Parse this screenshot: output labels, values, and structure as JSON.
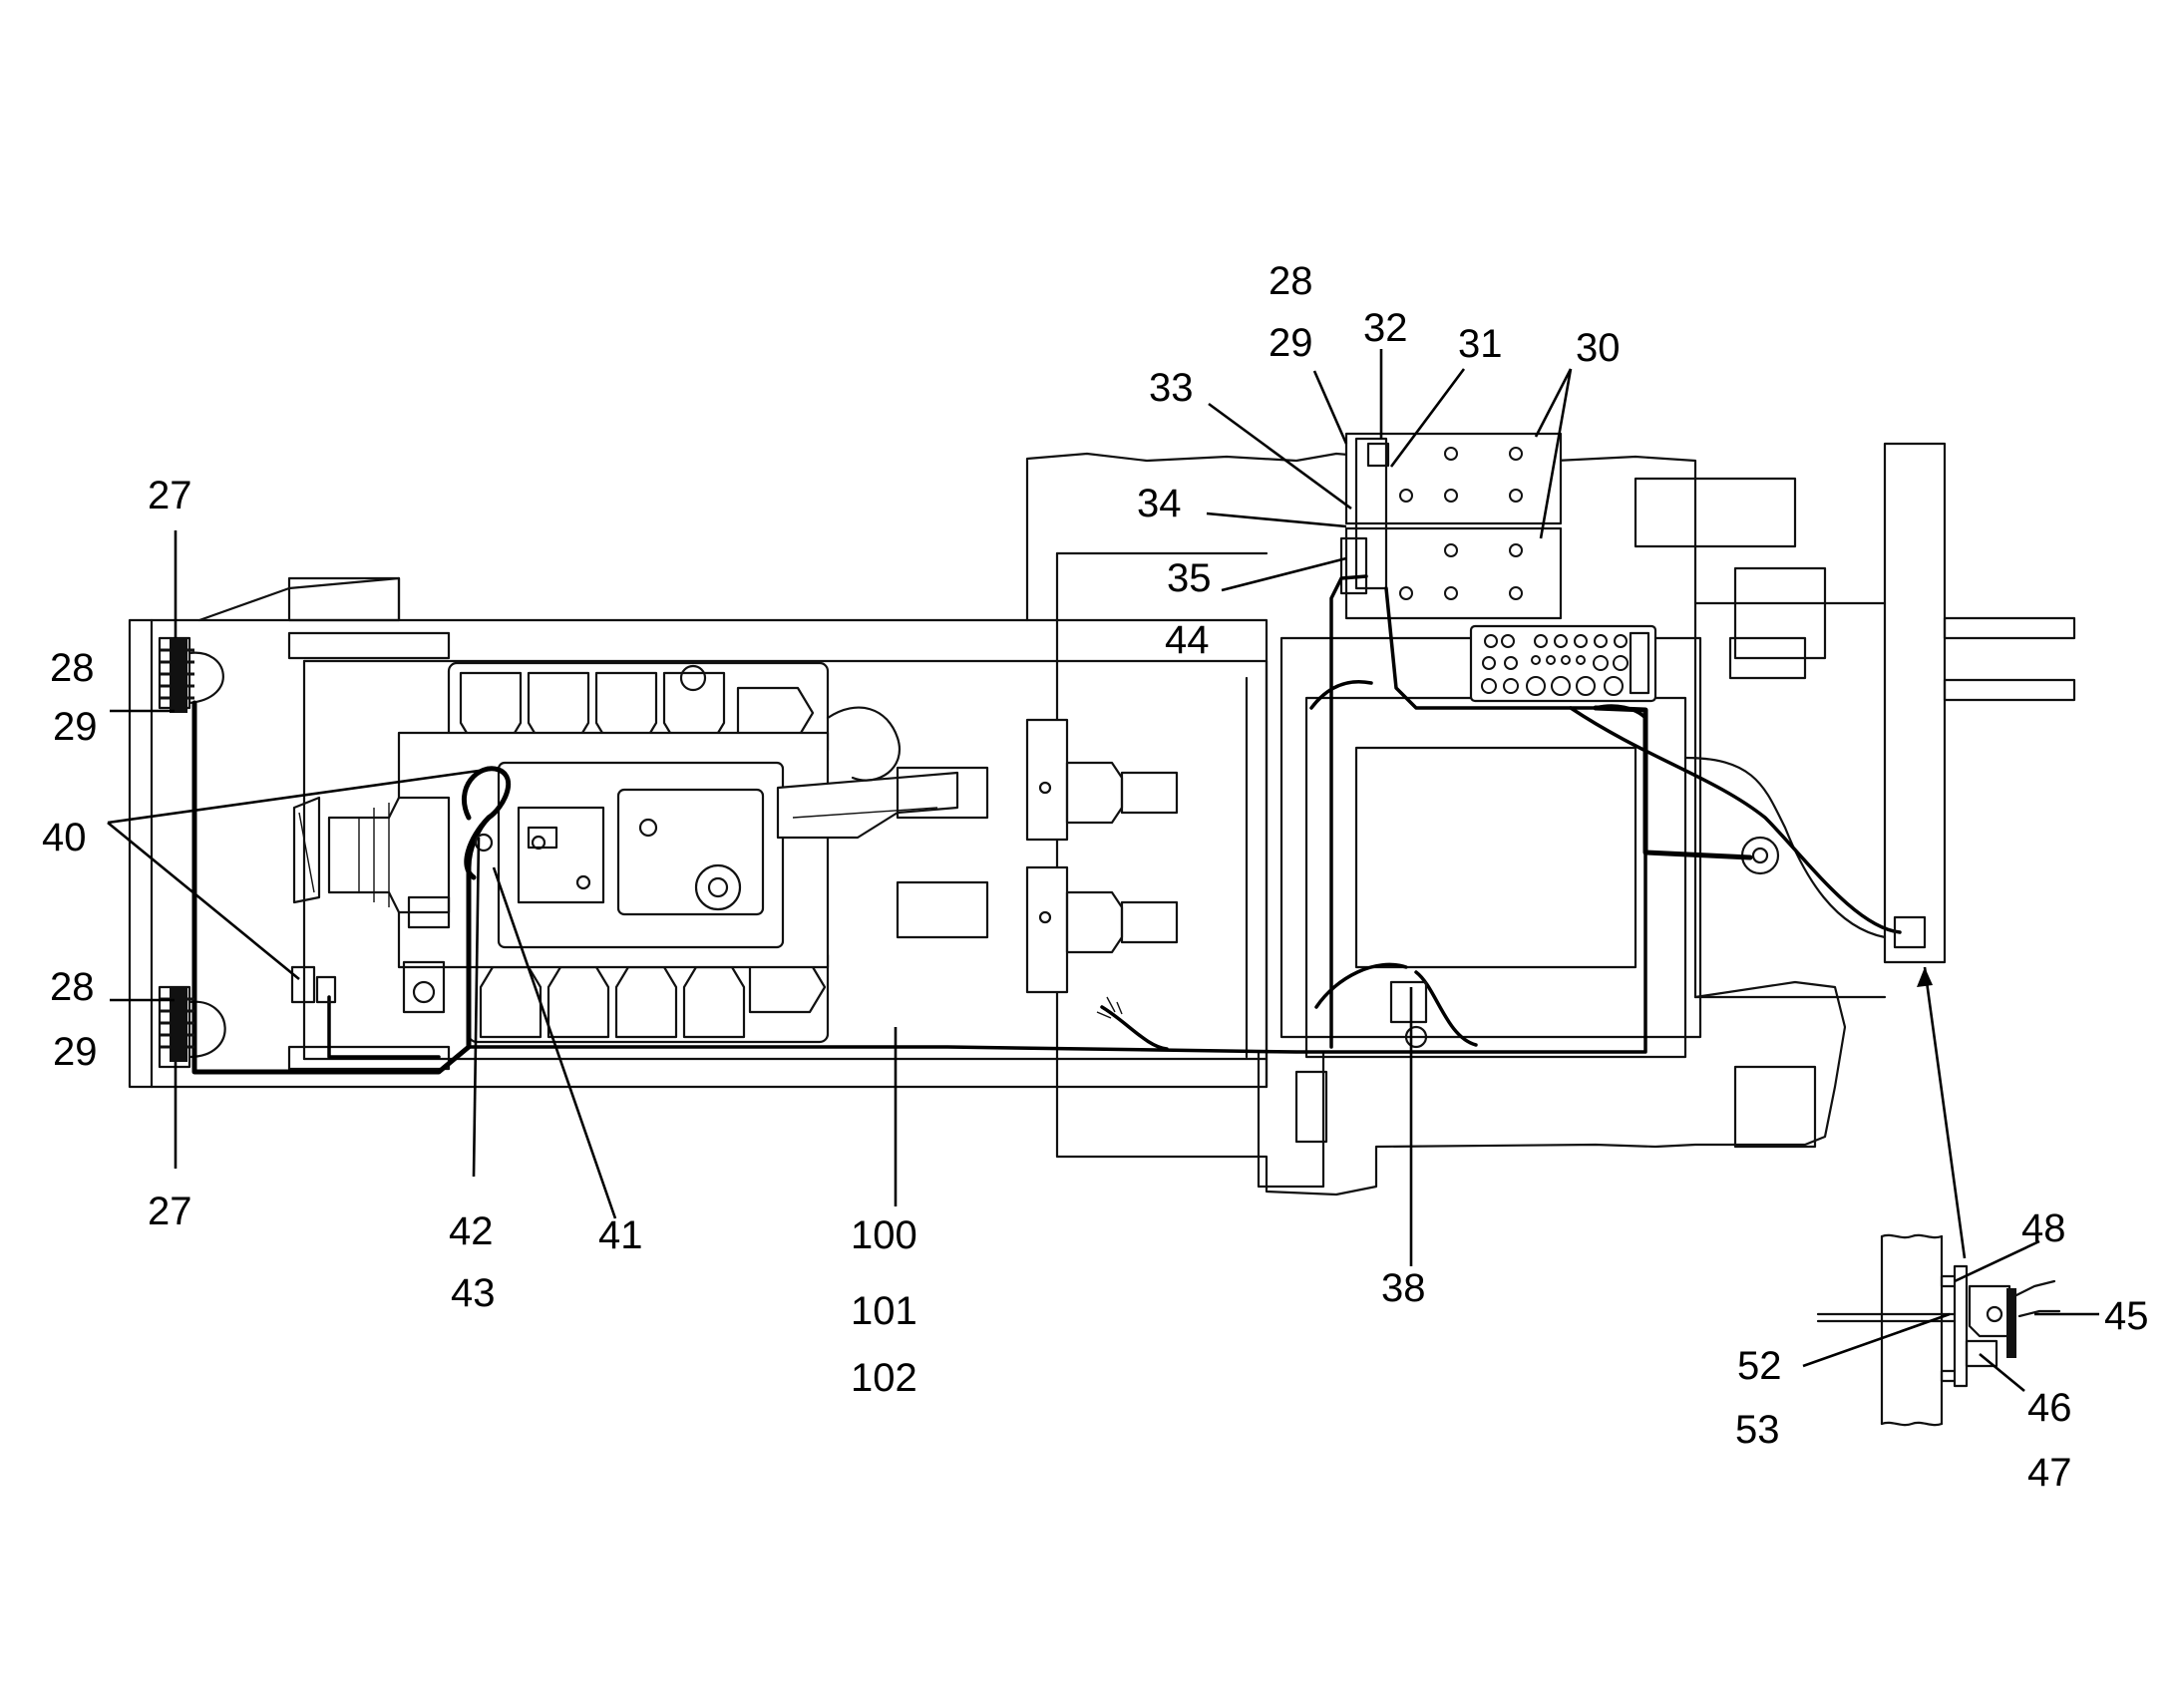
{
  "diagram": {
    "type": "parts-wiring-diagram",
    "callouts": {
      "c27_top": "27",
      "c28_left_top": "28",
      "c29_left_top": "29",
      "c40": "40",
      "c28_left_bot": "28",
      "c29_left_bot": "29",
      "c27_bot": "27",
      "c42": "42",
      "c43": "43",
      "c41": "41",
      "c100": "100",
      "c101": "101",
      "c102": "102",
      "c28_top": "28",
      "c29_top": "29",
      "c32": "32",
      "c31": "31",
      "c30": "30",
      "c33": "33",
      "c34": "34",
      "c35": "35",
      "c44": "44",
      "c38": "38",
      "c48": "48",
      "c45": "45",
      "c52": "52",
      "c53": "53",
      "c46": "46",
      "c47": "47"
    }
  }
}
